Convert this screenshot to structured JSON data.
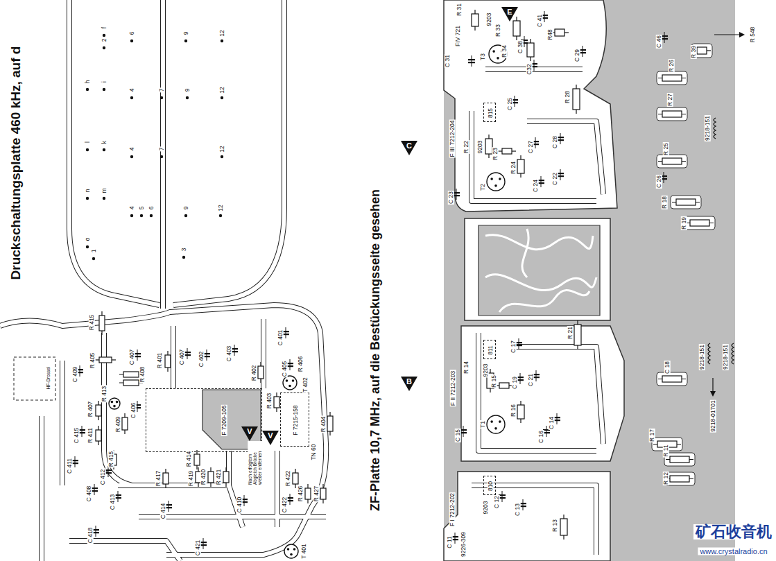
{
  "diagram": {
    "title": "Druckschaltungsplatte 460 kHz, auf d",
    "caption": "ZF-Platte 10,7 MHz, auf die Bestückungsseite gesehen",
    "nodes": [
      {
        "text": [
          "F 7209-105"
        ]
      },
      {
        "text": [
          "F 7215-158"
        ]
      },
      {
        "text": [
          "815"
        ]
      },
      {
        "text": [
          "811"
        ]
      },
      {
        "text": [
          "810"
        ]
      }
    ],
    "labels": [
      "f",
      "2",
      "6",
      "9",
      "12",
      "h",
      "i",
      "4",
      "7",
      "9",
      "12",
      "l",
      "k",
      "4",
      "7",
      "12",
      "n",
      "m",
      "4",
      "5",
      "6",
      "9",
      "12",
      "o",
      "1",
      "3",
      "R 415",
      "HF-Drossel",
      "R 405",
      "C 409",
      "C 407",
      "R 408",
      "R 401",
      "C 407",
      "C 402",
      "C 403",
      "R 402",
      "C 401",
      "C 405",
      "R 406",
      "T 402",
      "R 403",
      "R 404",
      "TN 60",
      "R 407",
      "R 413",
      "C 406",
      "R 411",
      "R 409",
      "C 415",
      "R 415",
      "C 411",
      "C 412",
      "R 414",
      "R 417",
      "R 419",
      "R 420",
      "R 421",
      "Nach erfolgtem Abgleich Brücke wieder entfernen",
      "V",
      "V",
      "R 422",
      "C 422",
      "R 426",
      "R 427",
      "C 410",
      "C 408",
      "C 413",
      "C 414",
      "C 421",
      "T 401",
      "C 418",
      "R 31",
      "FIV 721",
      "9203",
      "E",
      "R 33",
      "R 34",
      "T3",
      "C 31",
      "C 38",
      "C 41",
      "R48",
      "C 29",
      "C32",
      "C 46",
      "R 39",
      "R 548",
      "R 26",
      "R 27",
      "R 28",
      "C 25",
      "9218-151",
      "C",
      "F III 7212-204",
      "R 22",
      "9203",
      "R 23",
      "R 24",
      "C 27",
      "C 28",
      "C 22",
      "C 24",
      "T2",
      "C 23",
      "R 25",
      "C 26",
      "R 18",
      "R 19",
      "R 21",
      "C 17",
      "B",
      "F II 7212-203",
      "R 14",
      "9203",
      "R 15",
      "C 19",
      "C 21",
      "R 16",
      "C 14",
      "C 16",
      "T1",
      "C 15",
      "C 18",
      "9218-151",
      "9218-151",
      "9218-01701",
      "R 17",
      "R 11",
      "R 12",
      "F I 7212-202",
      "9203",
      "C 12",
      "C 13",
      "R 13",
      "C 11",
      "9226-309",
      "矿石收音机",
      "www.crystalradio.cn"
    ]
  }
}
